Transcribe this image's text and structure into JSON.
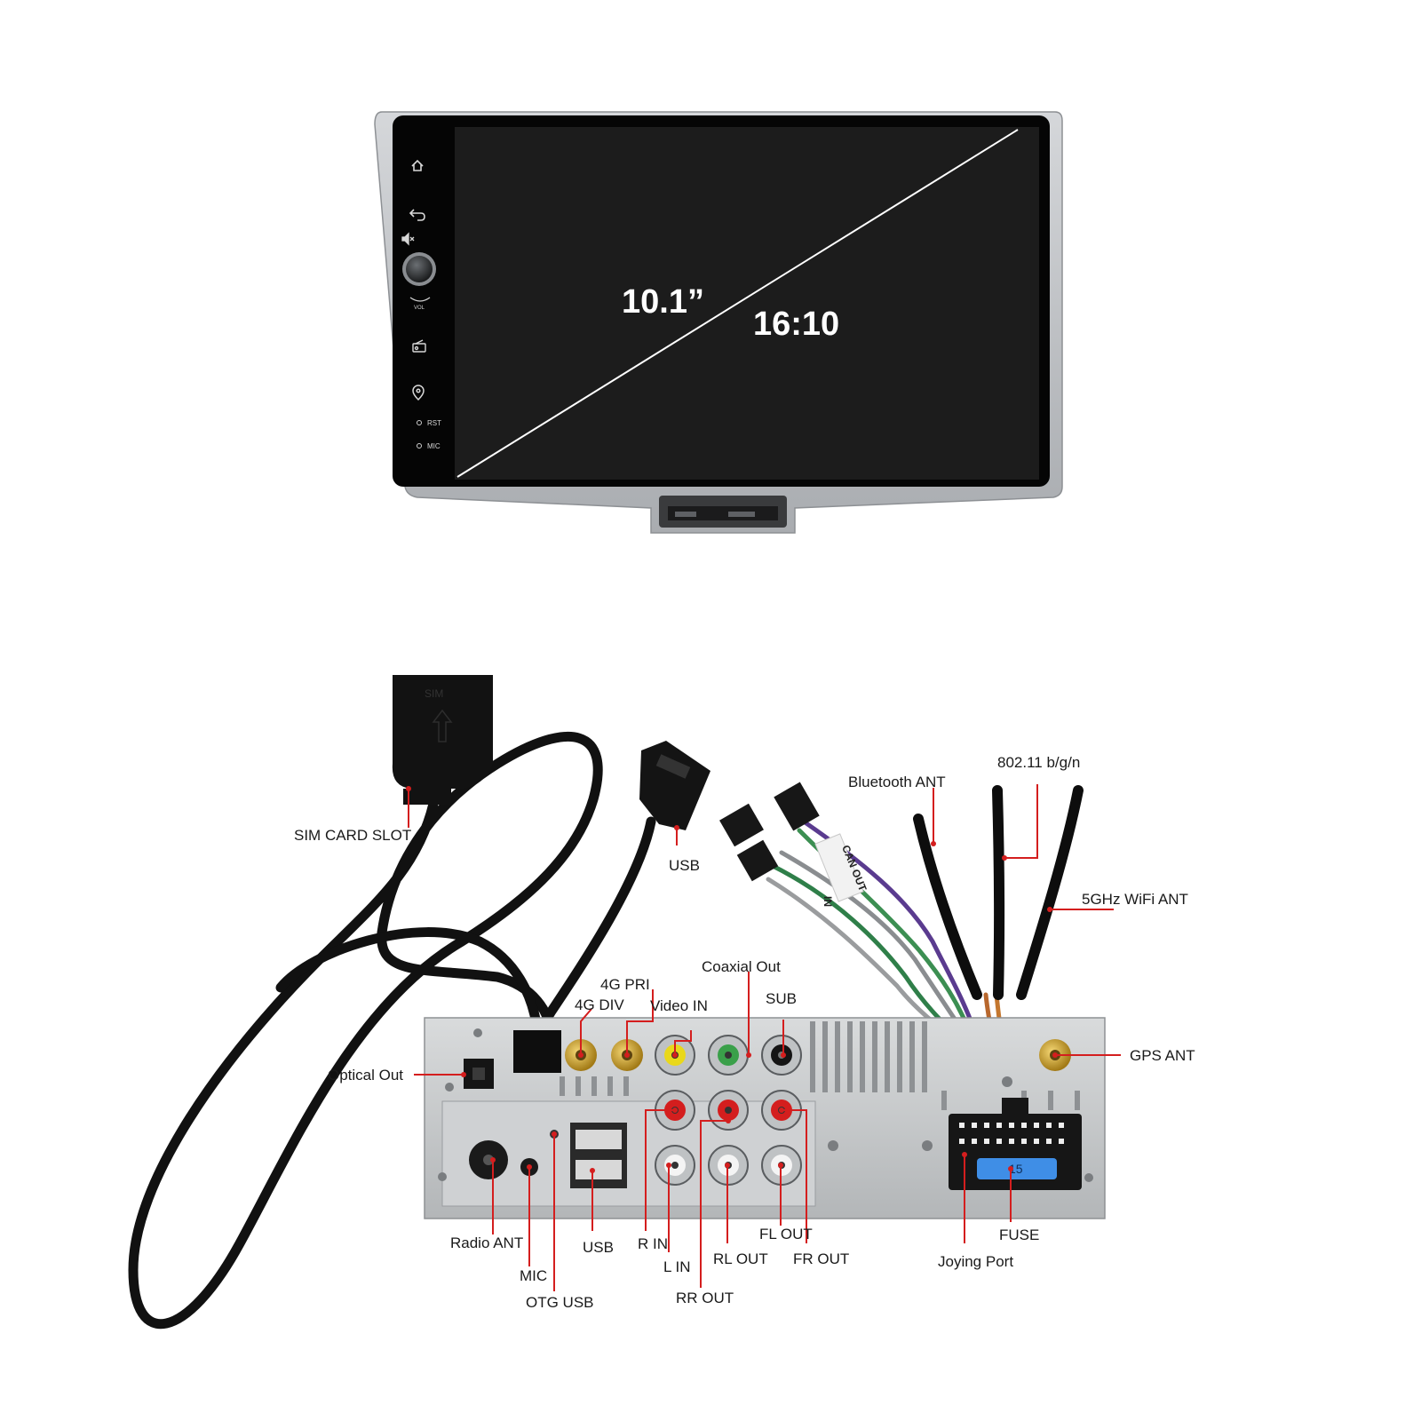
{
  "display": {
    "size_label": "10.1”",
    "ratio_label": "16:10",
    "side_labels": {
      "volume": "VOL",
      "reset": "RST",
      "mic": "MIC"
    }
  },
  "wire_labels": {
    "can_out": "CAN OUT",
    "wire_tag": "IN"
  },
  "callouts": {
    "sim_card_slot": "SIM CARD SLOT",
    "usb_top": "USB",
    "bluetooth_ant": "Bluetooth ANT",
    "wifi_80211": "802.11 b/g/n",
    "wifi_5ghz": "5GHz WiFi ANT",
    "coaxial_out": "Coaxial Out",
    "four_g_pri": "4G PRI",
    "four_g_div": "4G DIV",
    "video_in": "Video IN",
    "sub": "SUB",
    "gps_ant": "GPS ANT",
    "optical_out": "Optical Out",
    "radio_ant": "Radio ANT",
    "mic": "MIC",
    "otg_usb": "OTG USB",
    "usb_bottom": "USB",
    "r_in": "R IN",
    "l_in": "L IN",
    "rr_out": "RR OUT",
    "rl_out": "RL OUT",
    "fl_out": "FL OUT",
    "fr_out": "FR OUT",
    "joying_port": "Joying Port",
    "fuse": "FUSE"
  },
  "fuse_value": "15",
  "colors": {
    "callout_line": "#d41e1e",
    "bezel": "#b9bcc0",
    "screen": "#0b0b0b",
    "chassis": "#c9cbcd",
    "fuse": "#3f8ee6"
  },
  "icons": [
    "home-icon",
    "back-icon",
    "mute-icon",
    "volume-knob-icon",
    "radio-icon",
    "navigation-icon"
  ]
}
